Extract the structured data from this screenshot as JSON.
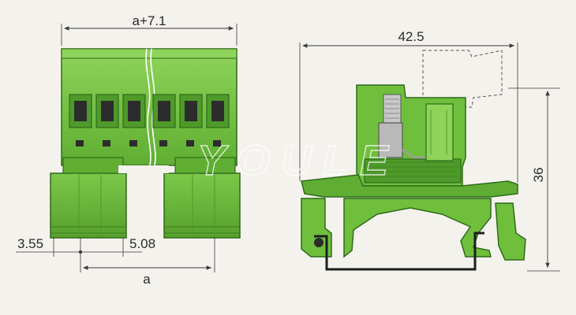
{
  "diagram": {
    "front_view": {
      "dimensions": {
        "overall_width": "a+7.1",
        "end_offset": "3.55",
        "pitch": "5.08",
        "span": "a"
      }
    },
    "side_view": {
      "dimensions": {
        "width": "42.5",
        "height": "36"
      }
    },
    "watermark": "YOULE",
    "colors": {
      "body_green": "#6fbf3c",
      "body_green_dark": "#4e9a2a",
      "body_green_light": "#8fd45a",
      "outline": "#2f6b1a",
      "metal": "#b9b9b9",
      "dim_line": "#3a3a3a",
      "background": "#f4f2ed"
    }
  }
}
